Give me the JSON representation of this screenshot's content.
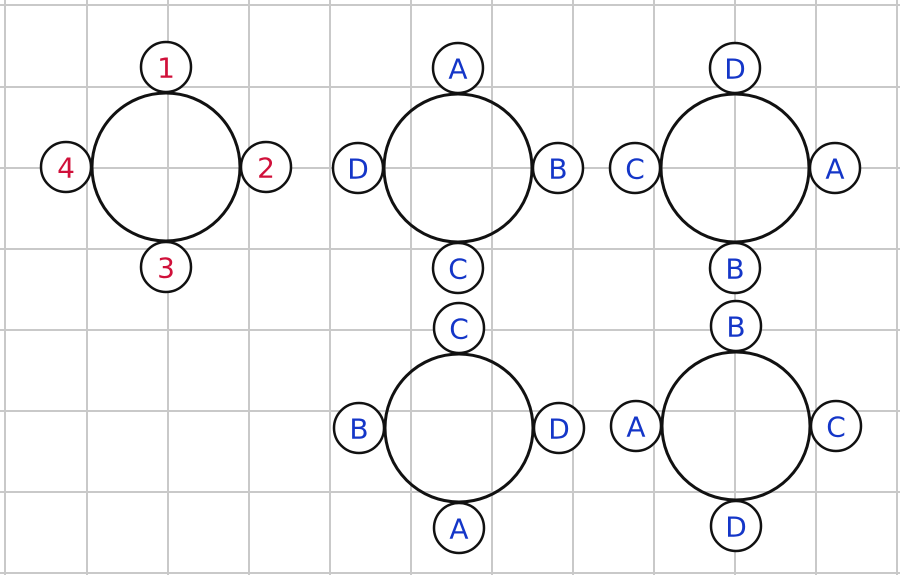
{
  "colors": {
    "grid": "#c9c9c9",
    "outline": "#111111",
    "number_ink": "#d0103a",
    "letter_ink": "#1436c8",
    "paper": "#ffffff"
  },
  "tables": [
    {
      "id": "numbered",
      "ink": "number_ink",
      "seats": {
        "top": "1",
        "right": "2",
        "bottom": "3",
        "left": "4"
      }
    },
    {
      "id": "arrangement-1",
      "ink": "letter_ink",
      "seats": {
        "top": "A",
        "right": "B",
        "bottom": "C",
        "left": "D"
      }
    },
    {
      "id": "arrangement-2",
      "ink": "letter_ink",
      "seats": {
        "top": "D",
        "right": "A",
        "bottom": "B",
        "left": "C"
      }
    },
    {
      "id": "arrangement-3",
      "ink": "letter_ink",
      "seats": {
        "top": "C",
        "right": "D",
        "bottom": "A",
        "left": "B"
      }
    },
    {
      "id": "arrangement-4",
      "ink": "letter_ink",
      "seats": {
        "top": "B",
        "right": "C",
        "bottom": "D",
        "left": "A"
      }
    }
  ]
}
